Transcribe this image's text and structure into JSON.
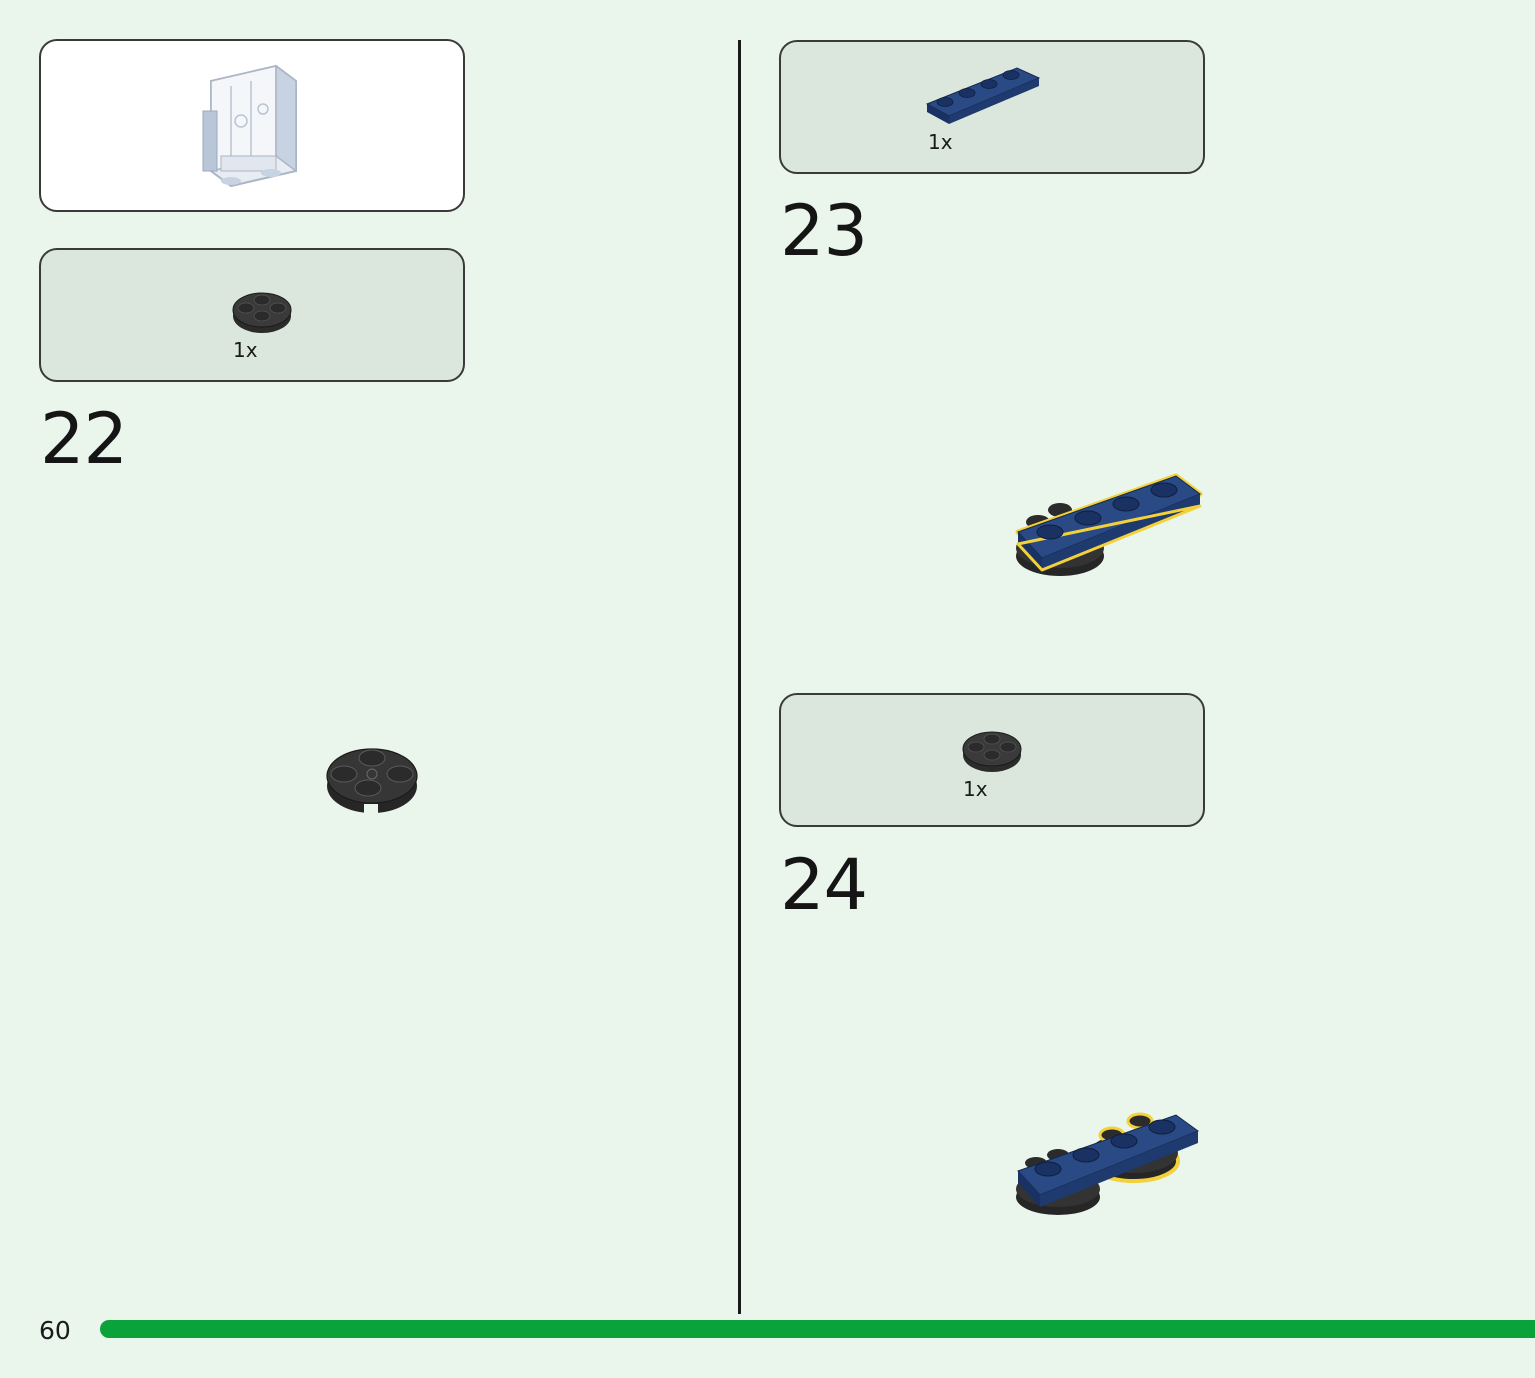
{
  "page": {
    "number": "60",
    "progress_bar_color": "#0aa23a",
    "background_color": "#eaf5ec"
  },
  "steps": [
    {
      "number": "22",
      "parts": [
        {
          "quantity": "1x",
          "part": "round-plate-2x2-black-icon"
        }
      ]
    },
    {
      "number": "23",
      "parts": [
        {
          "quantity": "1x",
          "part": "plate-1x4-dark-blue-icon"
        }
      ]
    },
    {
      "number": "24",
      "parts": [
        {
          "quantity": "1x",
          "part": "round-plate-2x2-black-icon"
        }
      ]
    }
  ],
  "colors": {
    "black_part": "#2b2b2b",
    "dark_blue_part": "#1e3a6e",
    "highlight_outline": "#f2d13a"
  }
}
